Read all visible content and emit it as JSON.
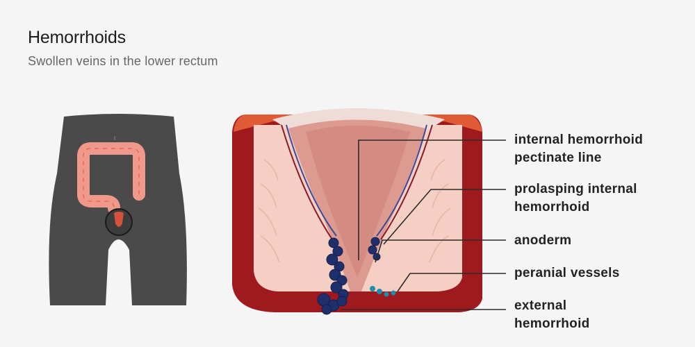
{
  "title": "Hemorrhoids",
  "subtitle": "Swollen veins in the lower rectum",
  "labels": [
    {
      "line1": "internal hemorrhoid",
      "line2": "pectinate line"
    },
    {
      "line1": "prolasping internal",
      "line2": "hemorrhoid"
    },
    {
      "line1": "anoderm",
      "line2": ""
    },
    {
      "line1": "peranial vessels",
      "line2": ""
    },
    {
      "line1": "external",
      "line2": "hemorrhoid"
    }
  ],
  "colors": {
    "background": "#f5f5f5",
    "body": "#4a4a4a",
    "colon": "#f0998a",
    "muscle": "#9e1a1f",
    "tissue": "#f5cfc4",
    "mucosa": "#dd9a90",
    "vein": "#1f2f6b",
    "leader_line": "#2a2a2a"
  }
}
